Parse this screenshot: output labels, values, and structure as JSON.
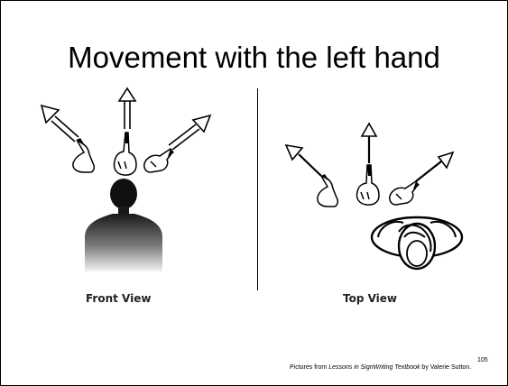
{
  "slide": {
    "title": "Movement with the left hand",
    "page_number": "105",
    "credit": {
      "prefix": "Pictures from ",
      "source": "Lessons in SignWriting Textbook",
      "suffix": " by Valerie Sutton."
    }
  },
  "figures": {
    "front_view": {
      "caption": "Front View"
    },
    "top_view": {
      "caption": "Top View"
    }
  }
}
